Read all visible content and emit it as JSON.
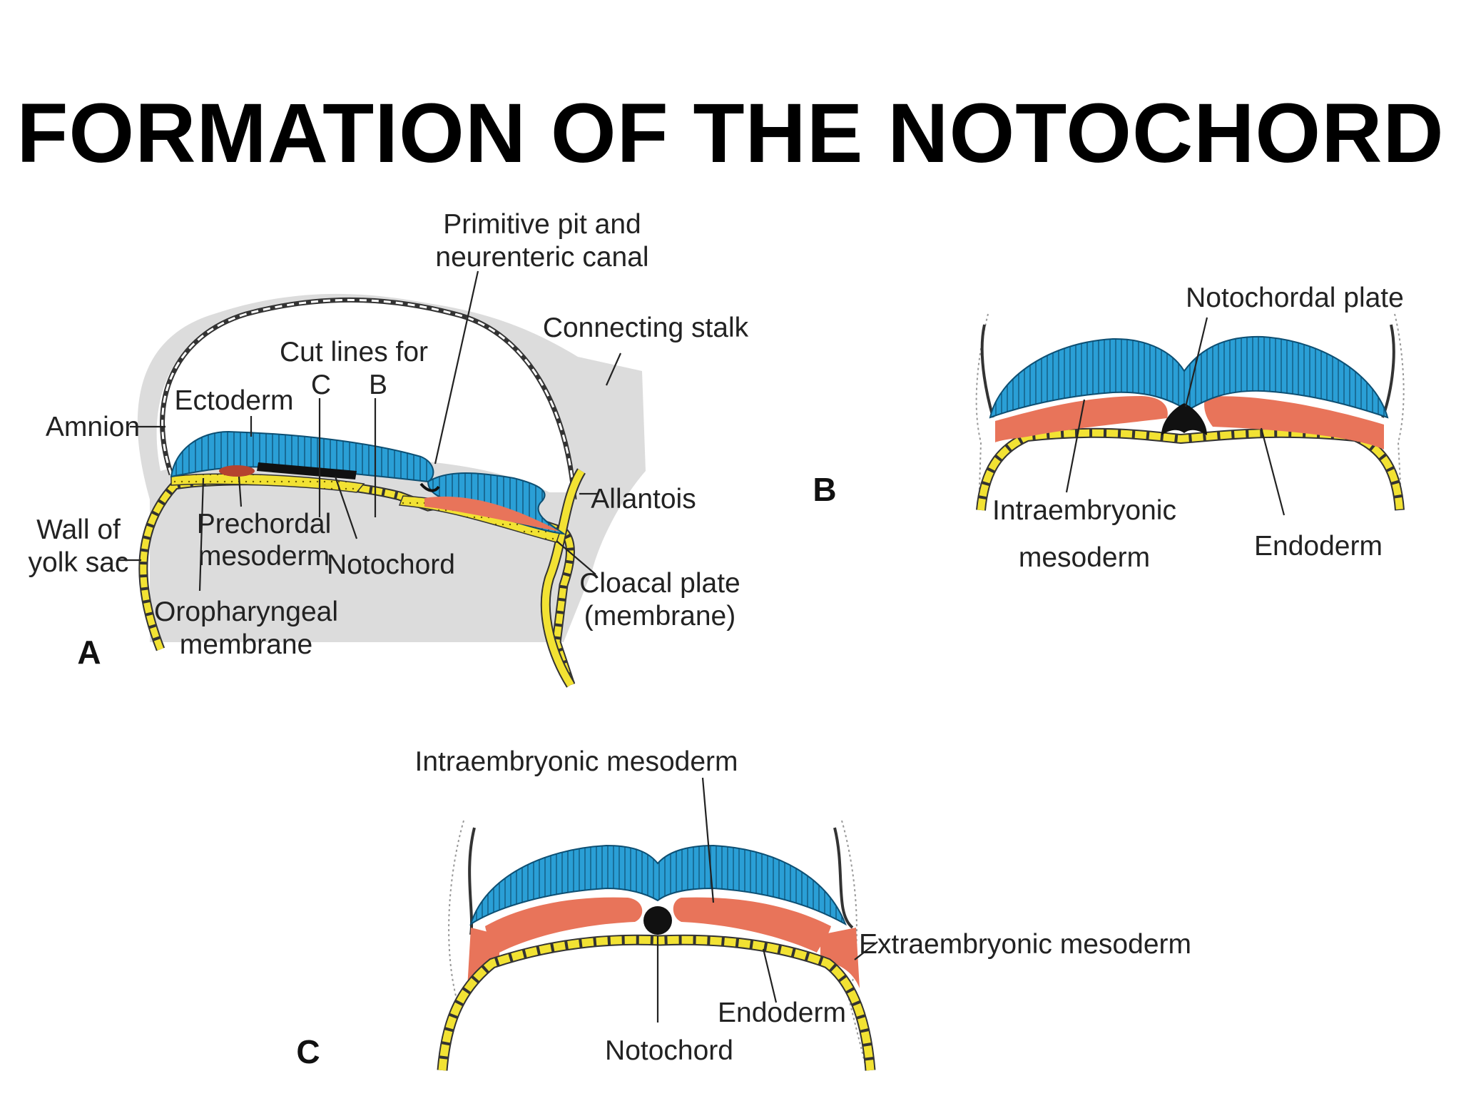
{
  "title": "FORMATION OF THE NOTOCHORD",
  "panels": {
    "a": {
      "letter": "A",
      "labels": {
        "primitive_pit_line1": "Primitive pit and",
        "primitive_pit_line2": "neurenteric canal",
        "connecting_stalk": "Connecting stalk",
        "cut_lines_for": "Cut lines for",
        "cut_c": "C",
        "cut_b": "B",
        "ectoderm": "Ectoderm",
        "amnion": "Amnion",
        "allantois": "Allantois",
        "wall_line1": "Wall of",
        "wall_line2": "yolk sac",
        "prechordal_line1": "Prechordal",
        "prechordal_line2": "mesoderm",
        "notochord": "Notochord",
        "cloacal_line1": "Cloacal plate",
        "cloacal_line2": "(membrane)",
        "oropharyngeal_line1": "Oropharyngeal",
        "oropharyngeal_line2": "membrane"
      }
    },
    "b": {
      "letter": "B",
      "labels": {
        "notochordal_plate": "Notochordal plate",
        "intraembryonic_line1": "Intraembryonic",
        "intraembryonic_line2": "mesoderm",
        "endoderm": "Endoderm"
      }
    },
    "c": {
      "letter": "C",
      "labels": {
        "intraembryonic_mesoderm": "Intraembryonic mesoderm",
        "extraembryonic_mesoderm": "Extraembryonic mesoderm",
        "endoderm": "Endoderm",
        "notochord": "Notochord"
      }
    }
  },
  "colors": {
    "ectoderm": "#2a9fd6",
    "mesoderm": "#e8745a",
    "endoderm": "#f2e233",
    "notochord": "#111111",
    "prechordal": "#b5432f",
    "connecting_stalk": "#d9d9d9"
  }
}
